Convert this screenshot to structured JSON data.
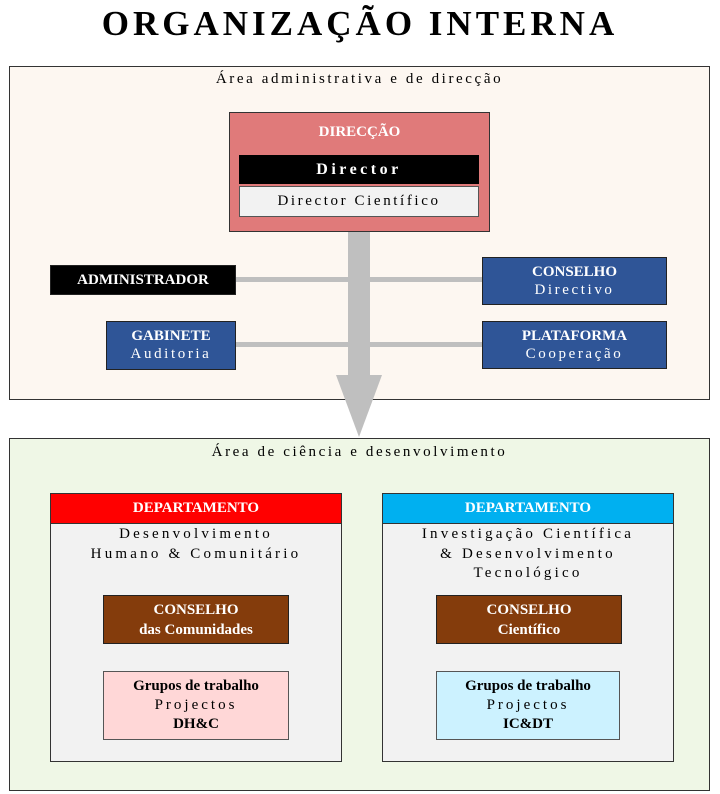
{
  "title": "ORGANIZAÇÃO INTERNA",
  "admin_area": {
    "label": "Área administrativa e de direcção",
    "background": "#fdf7f1",
    "direccao": {
      "heading": "DIRECÇÃO",
      "director": "Director",
      "director_cientifico": "Director Científico",
      "color": "#e07a7a"
    },
    "administrador": {
      "label": "ADMINISTRADOR"
    },
    "conselho_directivo": {
      "main": "CONSELHO",
      "sub": "Directivo"
    },
    "gabinete": {
      "main": "GABINETE",
      "sub": "Auditoria"
    },
    "plataforma": {
      "main": "PLATAFORMA",
      "sub": "Cooperação"
    },
    "box_color": "#2f5597"
  },
  "science_area": {
    "label": "Área de ciência e desenvolvimento",
    "background": "#eff7e6",
    "departments": [
      {
        "heading": "DEPARTAMENTO",
        "header_color": "#ff0000",
        "name_lines": [
          "Desenvolvimento",
          "Humano & Comunitário"
        ],
        "conselho": {
          "line1": "CONSELHO",
          "line2": "das Comunidades"
        },
        "grupos": {
          "line1": "Grupos de trabalho",
          "line2": "Projectos",
          "line3": "DH&C",
          "color": "#ffd7d7"
        }
      },
      {
        "heading": "DEPARTAMENTO",
        "header_color": "#00b0f0",
        "name_lines": [
          "Investigação Científica",
          "& Desenvolvimento",
          "Tecnológico"
        ],
        "conselho": {
          "line1": "CONSELHO",
          "line2": "Científico"
        },
        "grupos": {
          "line1": "Grupos de trabalho",
          "line2": "Projectos",
          "line3": "IC&DT",
          "color": "#ccf2ff"
        }
      }
    ]
  }
}
